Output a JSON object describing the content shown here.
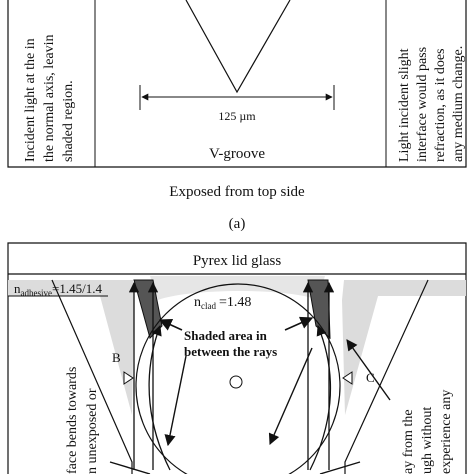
{
  "top_panel": {
    "left_text": {
      "line1": "Incident light at the in",
      "line2": "the normal axis, leavin",
      "line3": "shaded region."
    },
    "right_text": {
      "line1": "Light incident slight",
      "line2": "interface would pass",
      "line3": "refraction, as it does",
      "line4": "any medium change."
    },
    "dimension_label": "125 µm",
    "groove_label": "V-groove",
    "caption": "Exposed from top side",
    "panel_label": "(a)"
  },
  "bottom_panel": {
    "lid_label": "Pyrex lid glass",
    "adhesive": {
      "symbol": "n",
      "subscript": "adhesive",
      "value": "=1.45/1.4"
    },
    "clad": {
      "symbol": "n",
      "subscript": "clad",
      "value": "=1.48"
    },
    "shaded_label": {
      "line1": "Shaded area in",
      "line2": "between the rays"
    },
    "label_b": "B",
    "label_c": "C",
    "left_vertical": {
      "line1": "face bends towards",
      "line2": "n unexposed or"
    },
    "right_vertical": {
      "line1": "ay from the",
      "line2": "ugh without",
      "line3": "experience any"
    }
  }
}
